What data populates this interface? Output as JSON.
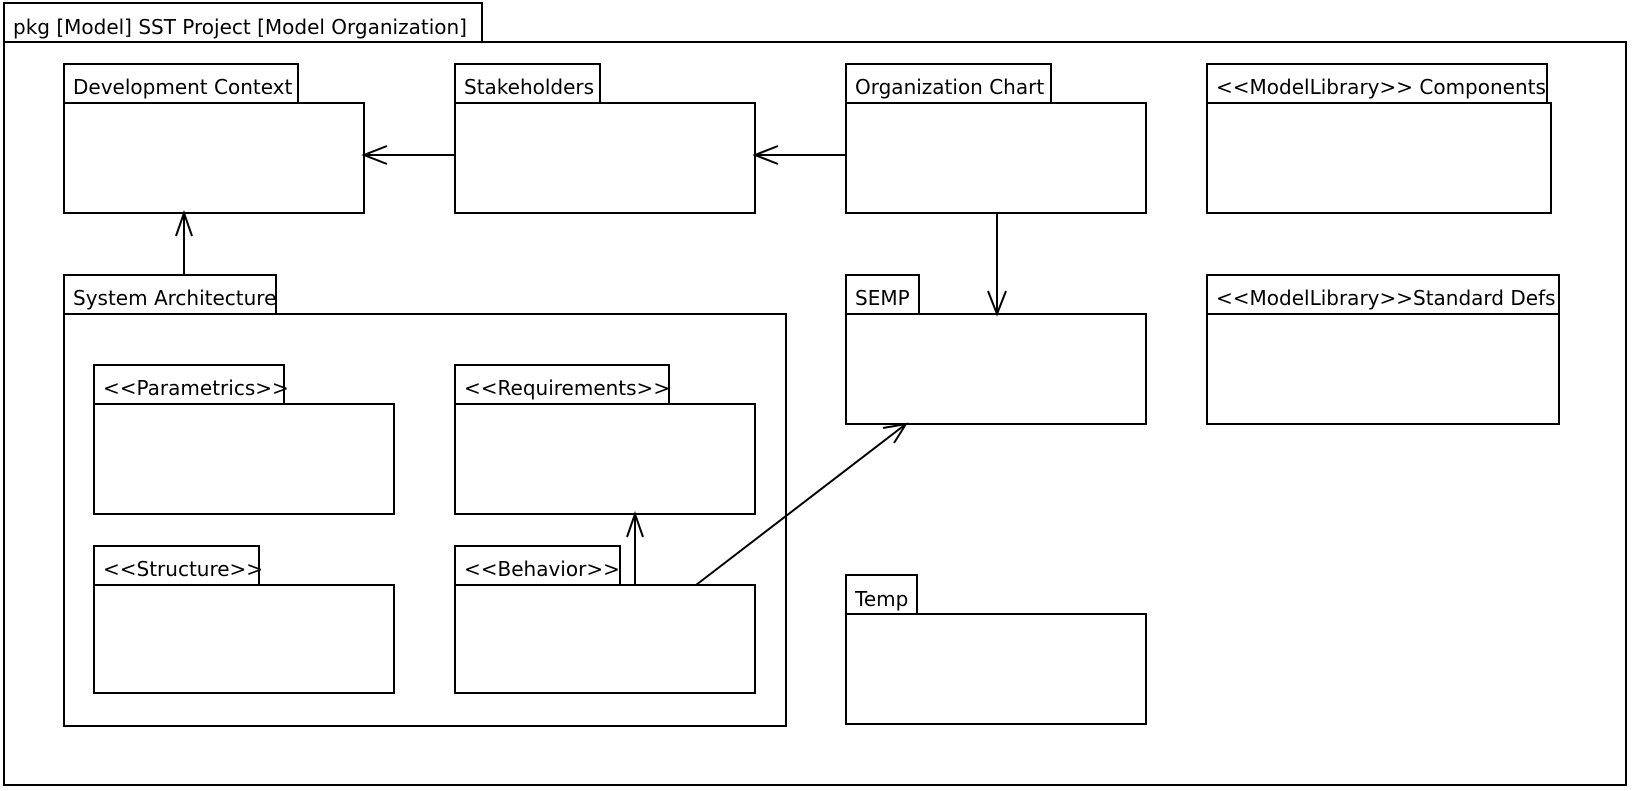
{
  "diagram": {
    "type": "SysML package diagram",
    "frame_title": "pkg [Model] SST Project [Model Organization]",
    "packages": {
      "development_context": "Development Context",
      "stakeholders": "Stakeholders",
      "organization_chart": "Organization Chart",
      "components": "<<ModelLibrary>> Components",
      "system_architecture": "System Architecture",
      "semp": "SEMP",
      "standard_defs": "<<ModelLibrary>>Standard Defs",
      "parametrics": "<<Parametrics>>",
      "requirements": "<<Requirements>>",
      "structure": "<<Structure>>",
      "behavior": "<<Behavior>>",
      "temp": "Temp"
    },
    "dependencies": [
      {
        "from": "Stakeholders",
        "to": "Development Context"
      },
      {
        "from": "Organization Chart",
        "to": "Stakeholders"
      },
      {
        "from": "Organization Chart",
        "to": "SEMP"
      },
      {
        "from": "System Architecture",
        "to": "Development Context"
      },
      {
        "from": "<<Behavior>>",
        "to": "<<Requirements>>"
      },
      {
        "from": "<<Behavior>>",
        "to": "SEMP"
      }
    ],
    "colors": {
      "line": "#000000",
      "background": "#ffffff",
      "text": "#000000"
    }
  }
}
